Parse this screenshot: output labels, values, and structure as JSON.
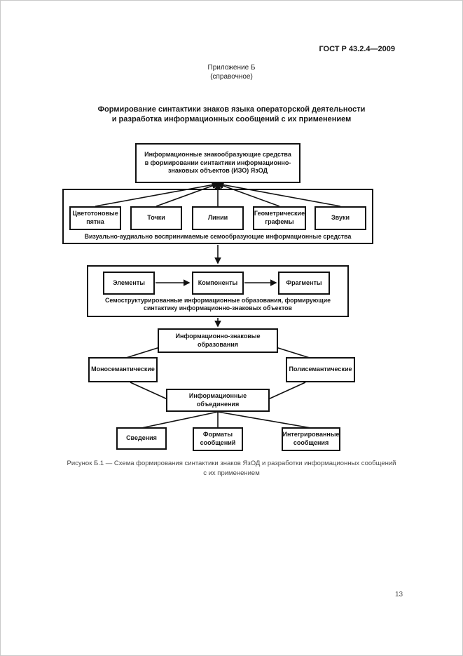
{
  "page": {
    "header": "ГОСТ Р 43.2.4—2009",
    "appendix": "Приложение Б",
    "appendix_note": "(справочное)",
    "title_line1": "Формирование синтактики знаков языка операторской деятельности",
    "title_line2": "и разработка информационных сообщений с их применением",
    "page_number": "13"
  },
  "diagram": {
    "top_box": "Информационные знакообразующие средства в формировании синтактики информационно-знаковых объектов (ИЗО) ЯзОД",
    "media_group": {
      "items": [
        "Цветотоновые пятна",
        "Точки",
        "Линии",
        "Геометрические графемы",
        "Звуки"
      ],
      "label": "Визуально-аудиально воспринимаемые семообразующие информационные средства"
    },
    "structure_group": {
      "items": [
        "Элементы",
        "Компоненты",
        "Фрагменты"
      ],
      "label": "Семоструктурированные информационные образования, формирующие синтактику информационно-знаковых объектов"
    },
    "izo_box": "Информационно-знаковые образования",
    "mono_box": "Моносемантические",
    "poly_box": "Полисемантические",
    "union_box": "Информационные объединения",
    "bottom_boxes": [
      "Сведения",
      "Форматы сообщений",
      "Интегрированные сообщения"
    ]
  },
  "caption": {
    "line1": "Рисунок Б.1 — Схема формирования синтактики знаков ЯзОД и разработки информационных сообщений",
    "line2": "с их применением"
  },
  "colors": {
    "ink": "#111111",
    "background": "#ffffff"
  }
}
